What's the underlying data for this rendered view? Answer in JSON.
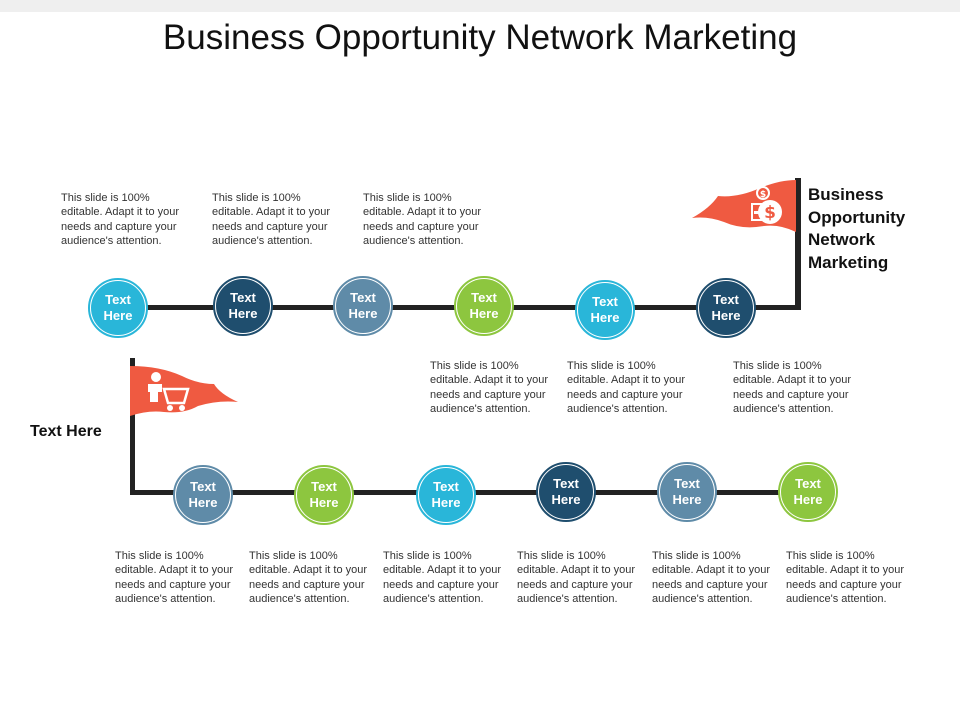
{
  "title": "Business Opportunity Network Marketing",
  "colors": {
    "light_blue": "#29b6d9",
    "dark_blue": "#1f4e6e",
    "steel_blue": "#5f8ba8",
    "green": "#8dc63f",
    "flag_red": "#ef5a41",
    "line": "#222222"
  },
  "end_flag": {
    "icon": "money-icon",
    "label": "Business Opportunity Network Marketing"
  },
  "start_flag": {
    "icon": "shopping-cart-person-icon",
    "label": "Text Here"
  },
  "top_nodes": [
    {
      "label": "Text Here",
      "color": "light_blue"
    },
    {
      "label": "Text Here",
      "color": "dark_blue"
    },
    {
      "label": "Text Here",
      "color": "steel_blue"
    },
    {
      "label": "Text Here",
      "color": "green"
    },
    {
      "label": "Text Here",
      "color": "light_blue"
    },
    {
      "label": "Text Here",
      "color": "dark_blue"
    }
  ],
  "bottom_nodes": [
    {
      "label": "Text Here",
      "color": "steel_blue"
    },
    {
      "label": "Text Here",
      "color": "green"
    },
    {
      "label": "Text Here",
      "color": "light_blue"
    },
    {
      "label": "Text Here",
      "color": "dark_blue"
    },
    {
      "label": "Text Here",
      "color": "steel_blue"
    },
    {
      "label": "Text Here",
      "color": "green"
    }
  ],
  "top_descriptions": [
    "This slide is 100% editable. Adapt it to your needs and capture your audience's attention.",
    "This slide is 100% editable. Adapt it to your needs and capture your audience's attention.",
    "This slide is 100% editable. Adapt it to your needs and capture your audience's attention."
  ],
  "middle_descriptions": [
    "This slide is 100% editable. Adapt it to your needs and capture your audience's attention.",
    "This slide is 100% editable. Adapt it to your needs and capture your audience's attention.",
    "This slide is 100% editable. Adapt it to your needs and capture your audience's attention."
  ],
  "bottom_descriptions": [
    "This slide is 100% editable. Adapt it to your needs and capture your audience's attention.",
    "This slide is 100% editable. Adapt it to your needs and capture your audience's attention.",
    "This slide is 100% editable. Adapt it to your needs and capture your audience's attention.",
    "This slide is 100% editable. Adapt it to your needs and capture your audience's attention.",
    "This slide is 100% editable. Adapt it to your needs and capture your audience's attention.",
    "This slide is 100% editable. Adapt it to your needs and capture your audience's attention."
  ]
}
